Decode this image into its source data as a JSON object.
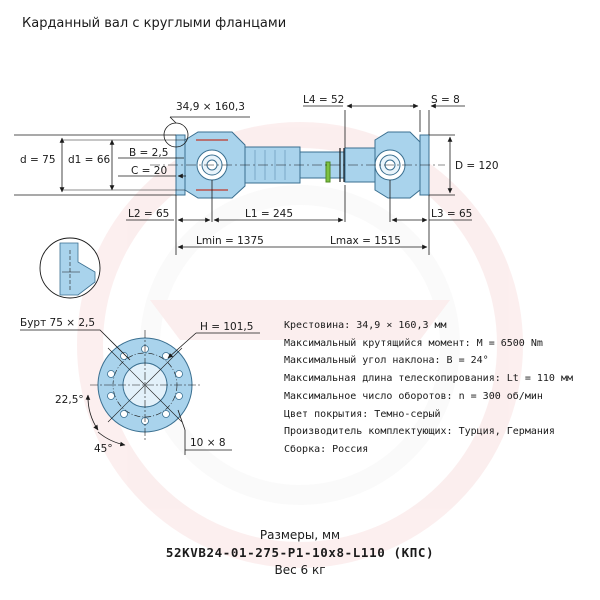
{
  "title": "Карданный вал с круглыми фланцами",
  "drawing": {
    "spider_dim": "34,9 × 160,3",
    "d": "d = 75",
    "d1": "d1 = 66",
    "b": "B = 2,5",
    "c": "C = 20",
    "l4": "L4 = 52",
    "s": "S = 8",
    "d_big": "D = 120",
    "l2": "L2 = 65",
    "l1": "L1 = 245",
    "l3": "L3 = 65",
    "lmin": "Lmin = 1375",
    "lmax": "Lmax = 1515",
    "burt": "Бурт 75 × 2,5",
    "h": "H = 101,5",
    "angle1": "22,5°",
    "angle2": "45°",
    "holes": "10 × 8"
  },
  "specs": [
    "Крестовина: 34,9 × 160,3 мм",
    "Максимальный крутящийся момент: M = 6500 Nm",
    "Максимальный угол наклона: B = 24°",
    "Максимальная длина телескопирования: Lt = 110 мм",
    "Максимальное число оборотов: n = 300 об/мин",
    "Цвет покрытия: Темно-серый",
    "Производитель комплектующих: Турция, Германия",
    "Сборка: Россия"
  ],
  "footer": {
    "line1": "Размеры, мм",
    "line2": "52KVB24-01-275-P1-10x8-L110 (КПС)",
    "line3": "Вес 6 кг"
  },
  "colors": {
    "part_fill": "#a9d3ec",
    "part_stroke": "#3a6f90",
    "accent_green": "#7ec241"
  }
}
